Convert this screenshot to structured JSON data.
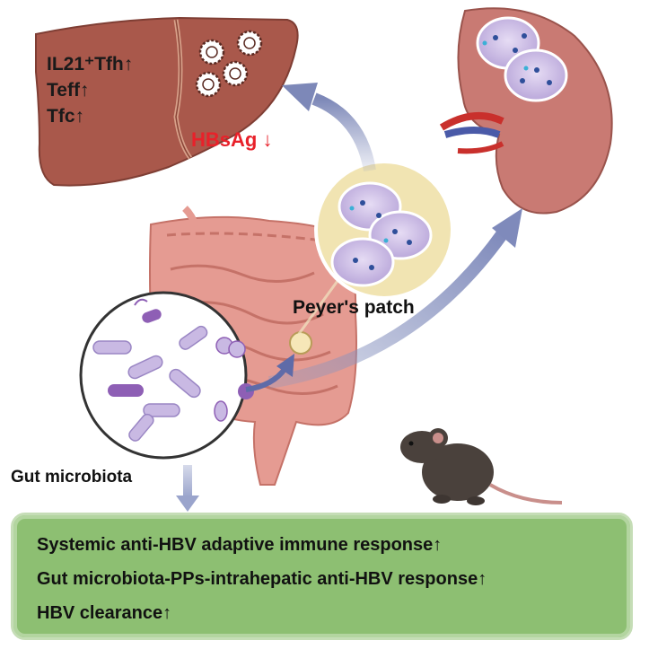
{
  "liver": {
    "line1": "IL21⁺Tfh↑",
    "line2": "Teff↑",
    "line3": "Tfc↑"
  },
  "hbsag_label": "HBsAg ↓",
  "peyers_label": "Peyer's patch",
  "gut_label": "Gut microbiota",
  "outcomes": [
    "Systemic anti-HBV adaptive immune response↑",
    "Gut microbiota-PPs-intrahepatic anti-HBV response↑",
    "HBV clearance↑"
  ],
  "colors": {
    "liver": "#a9584b",
    "spleen": "#c97a73",
    "intestine": "#e59b92",
    "arrow": "#8a95c0",
    "cell": "#c9b9e3",
    "highlight_red": "#e8212a",
    "box_green": "#8dbf72"
  }
}
